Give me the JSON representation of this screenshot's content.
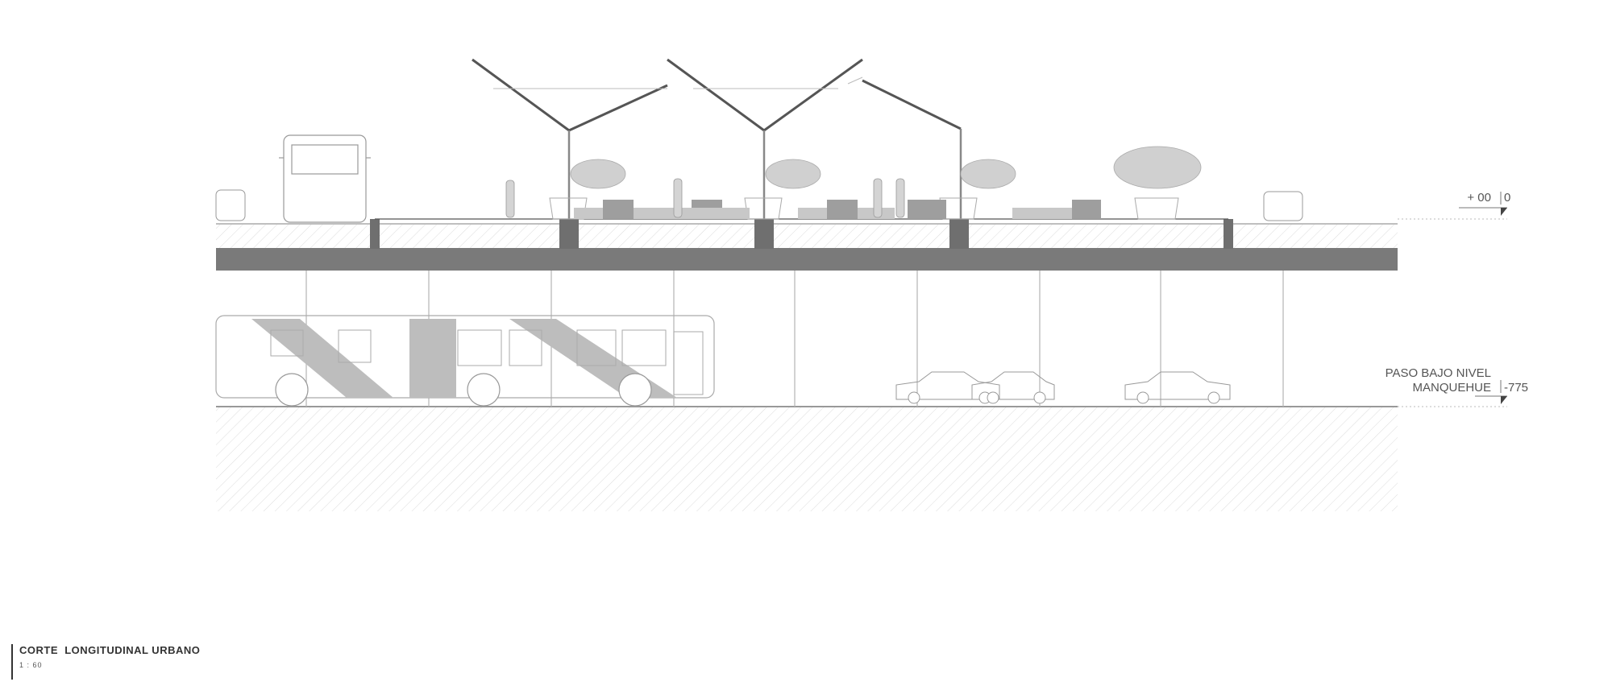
{
  "drawing": {
    "title": "CORTE  LONGITUDINAL URBANO",
    "scale": "1 : 60"
  },
  "levels": {
    "street": {
      "label": "+ 00",
      "value": "0"
    },
    "underpass": {
      "label_line1": "PASO BAJO NIVEL",
      "label_line2": "MANQUEHUE",
      "value": "-775"
    }
  },
  "colors": {
    "line": "#9a9a9a",
    "dark_structure": "#7a7a7a",
    "mid_fill": "#9e9e9e",
    "light_fill": "#c8c8c8",
    "hatch": "#d8d8d8"
  }
}
